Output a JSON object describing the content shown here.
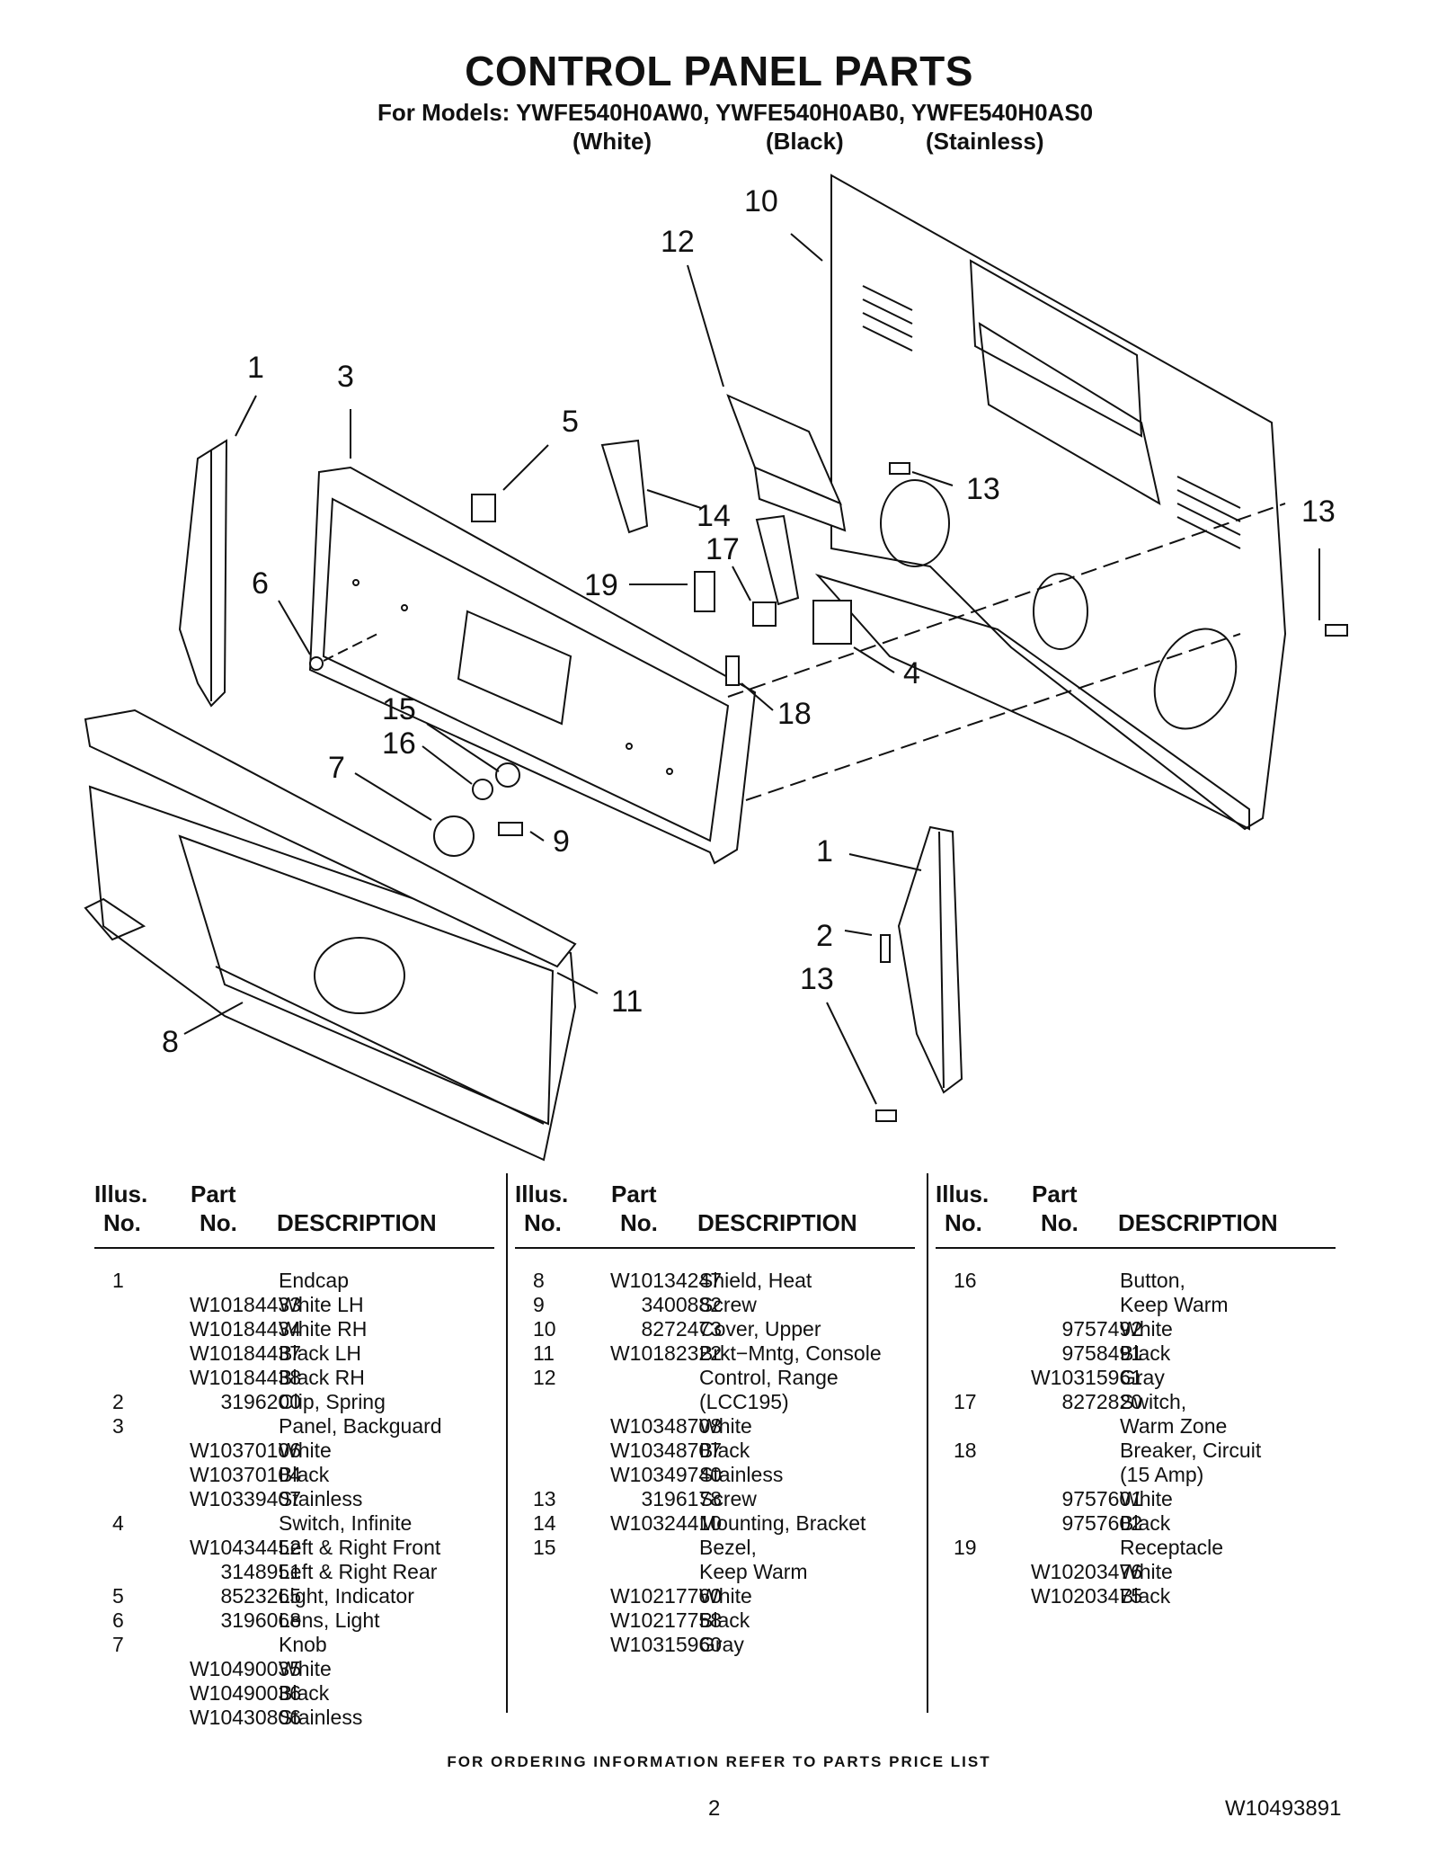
{
  "title": "CONTROL PANEL PARTS",
  "subtitle": "For Models: YWFE540H0AW0, YWFE540H0AB0, YWFE540H0AS0",
  "variants": [
    "(White)",
    "(Black)",
    "(Stainless)"
  ],
  "diagram_labels": [
    "10",
    "12",
    "1",
    "3",
    "5",
    "13",
    "13",
    "14",
    "17",
    "19",
    "6",
    "15",
    "16",
    "7",
    "9",
    "4",
    "18",
    "1",
    "2",
    "13",
    "11",
    "8"
  ],
  "table_headers": {
    "illus_line1": "Illus.",
    "illus_line2": "No.",
    "part_line1": "Part",
    "part_line2": "No.",
    "description": "DESCRIPTION"
  },
  "columns": [
    [
      {
        "ill": "1",
        "pn": "",
        "ds": "Endcap"
      },
      {
        "ill": "",
        "pn": "W10184433",
        "ds": "White LH"
      },
      {
        "ill": "",
        "pn": "W10184434",
        "ds": "White RH"
      },
      {
        "ill": "",
        "pn": "W10184437",
        "ds": "Black LH"
      },
      {
        "ill": "",
        "pn": "W10184438",
        "ds": "Black RH"
      },
      {
        "ill": "2",
        "pn": "3196200",
        "ds": "Clip, Spring"
      },
      {
        "ill": "3",
        "pn": "",
        "ds": "Panel, Backguard"
      },
      {
        "ill": "",
        "pn": "W10370106",
        "ds": "White"
      },
      {
        "ill": "",
        "pn": "W10370104",
        "ds": "Black"
      },
      {
        "ill": "",
        "pn": "W10339407",
        "ds": "Stainless"
      },
      {
        "ill": "4",
        "pn": "",
        "ds": "Switch, Infinite"
      },
      {
        "ill": "",
        "pn": "W10434452",
        "ds": "Left & Right Front"
      },
      {
        "ill": "",
        "pn": "3148951",
        "ds": "Left & Right Rear"
      },
      {
        "ill": "5",
        "pn": "8523265",
        "ds": "Light, Indicator"
      },
      {
        "ill": "6",
        "pn": "3196068",
        "ds": "Lens, Light"
      },
      {
        "ill": "7",
        "pn": "",
        "ds": "Knob"
      },
      {
        "ill": "",
        "pn": "W10490035",
        "ds": "White"
      },
      {
        "ill": "",
        "pn": "W10490036",
        "ds": "Black"
      },
      {
        "ill": "",
        "pn": "W10430806",
        "ds": "Stainless"
      }
    ],
    [
      {
        "ill": "8",
        "pn": "W10134247",
        "ds": "Shield, Heat"
      },
      {
        "ill": "9",
        "pn": "3400882",
        "ds": "Screw"
      },
      {
        "ill": "10",
        "pn": "8272473",
        "ds": "Cover, Upper"
      },
      {
        "ill": "11",
        "pn": "W10182322",
        "ds": "Brkt−Mntg, Console"
      },
      {
        "ill": "12",
        "pn": "",
        "ds": "Control, Range"
      },
      {
        "ill": "",
        "pn": "",
        "ds": "(LCC195)"
      },
      {
        "ill": "",
        "pn": "W10348708",
        "ds": "White"
      },
      {
        "ill": "",
        "pn": "W10348707",
        "ds": "Black"
      },
      {
        "ill": "",
        "pn": "W10349740",
        "ds": "Stainless"
      },
      {
        "ill": "13",
        "pn": "3196178",
        "ds": "Screw"
      },
      {
        "ill": "14",
        "pn": "W10324410",
        "ds": "Mounting, Bracket"
      },
      {
        "ill": "15",
        "pn": "",
        "ds": "Bezel,"
      },
      {
        "ill": "",
        "pn": "",
        "ds": "Keep Warm"
      },
      {
        "ill": "",
        "pn": "W10217760",
        "ds": "White"
      },
      {
        "ill": "",
        "pn": "W10217758",
        "ds": "Black"
      },
      {
        "ill": "",
        "pn": "W10315960",
        "ds": "Gray"
      }
    ],
    [
      {
        "ill": "16",
        "pn": "",
        "ds": "Button,"
      },
      {
        "ill": "",
        "pn": "",
        "ds": "Keep Warm"
      },
      {
        "ill": "",
        "pn": "9757492",
        "ds": "White"
      },
      {
        "ill": "",
        "pn": "9758491",
        "ds": "Black"
      },
      {
        "ill": "",
        "pn": "W10315961",
        "ds": "Gray"
      },
      {
        "ill": "17",
        "pn": "8272820",
        "ds": "Switch,"
      },
      {
        "ill": "",
        "pn": "",
        "ds": "Warm Zone"
      },
      {
        "ill": "18",
        "pn": "",
        "ds": "Breaker, Circuit"
      },
      {
        "ill": "",
        "pn": "",
        "ds": "(15 Amp)"
      },
      {
        "ill": "",
        "pn": "9757601",
        "ds": "White"
      },
      {
        "ill": "",
        "pn": "9757602",
        "ds": "Black"
      },
      {
        "ill": "19",
        "pn": "",
        "ds": "Receptacle"
      },
      {
        "ill": "",
        "pn": "W10203476",
        "ds": "White"
      },
      {
        "ill": "",
        "pn": "W10203475",
        "ds": "Black"
      }
    ]
  ],
  "footer": "FOR ORDERING INFORMATION REFER TO PARTS PRICE LIST",
  "page_number": "2",
  "document_number": "W10493891"
}
